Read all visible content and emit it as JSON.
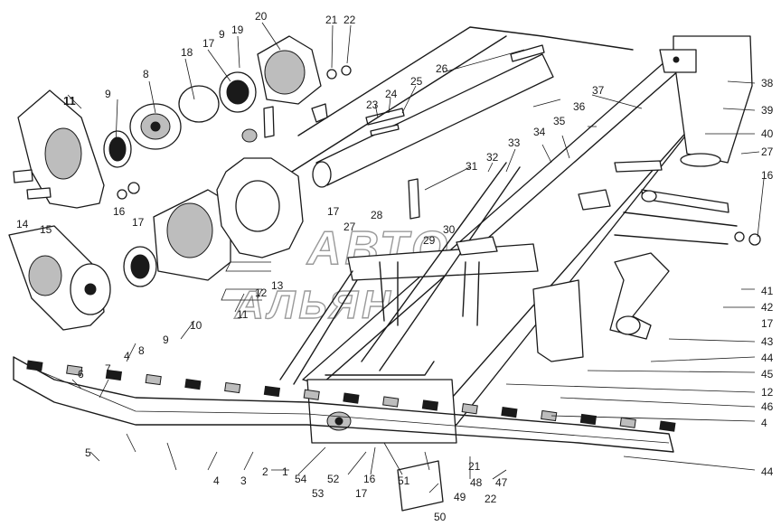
{
  "watermark": {
    "line1": "АВТО",
    "line2": "АЛЬЯНС"
  },
  "callouts": {
    "c1": "1",
    "c2": "2",
    "c3": "3",
    "c4a": "4",
    "c4b": "4",
    "c4c": "4",
    "c5": "5",
    "c6": "6",
    "c7": "7",
    "c8a": "8",
    "c8b": "8",
    "c9a": "9",
    "c9b": "9",
    "c9c": "9",
    "c10": "10",
    "c11a": "11",
    "c11b": "11",
    "c12a": "12",
    "c12b": "12",
    "c13": "13",
    "c14": "14",
    "c15": "15",
    "c16a": "16",
    "c16b": "16",
    "c16c": "16",
    "c17a": "17",
    "c17b": "17",
    "c17c": "17",
    "c17d": "17",
    "c17e": "17",
    "c18": "18",
    "c19": "19",
    "c20": "20",
    "c21a": "21",
    "c21b": "21",
    "c22a": "22",
    "c22b": "22",
    "c23": "23",
    "c24": "24",
    "c25": "25",
    "c26": "26",
    "c27a": "27",
    "c27b": "27",
    "c28": "28",
    "c29": "29",
    "c30": "30",
    "c31": "31",
    "c32": "32",
    "c33": "33",
    "c34": "34",
    "c35": "35",
    "c36": "36",
    "c37": "37",
    "c38": "38",
    "c39": "39",
    "c40": "40",
    "c41": "41",
    "c42": "42",
    "c43": "43",
    "c44a": "44",
    "c44b": "44",
    "c45": "45",
    "c46": "46",
    "c47": "47",
    "c48": "48",
    "c49": "49",
    "c50": "50",
    "c51": "51",
    "c52": "52",
    "c53": "53",
    "c54": "54"
  }
}
